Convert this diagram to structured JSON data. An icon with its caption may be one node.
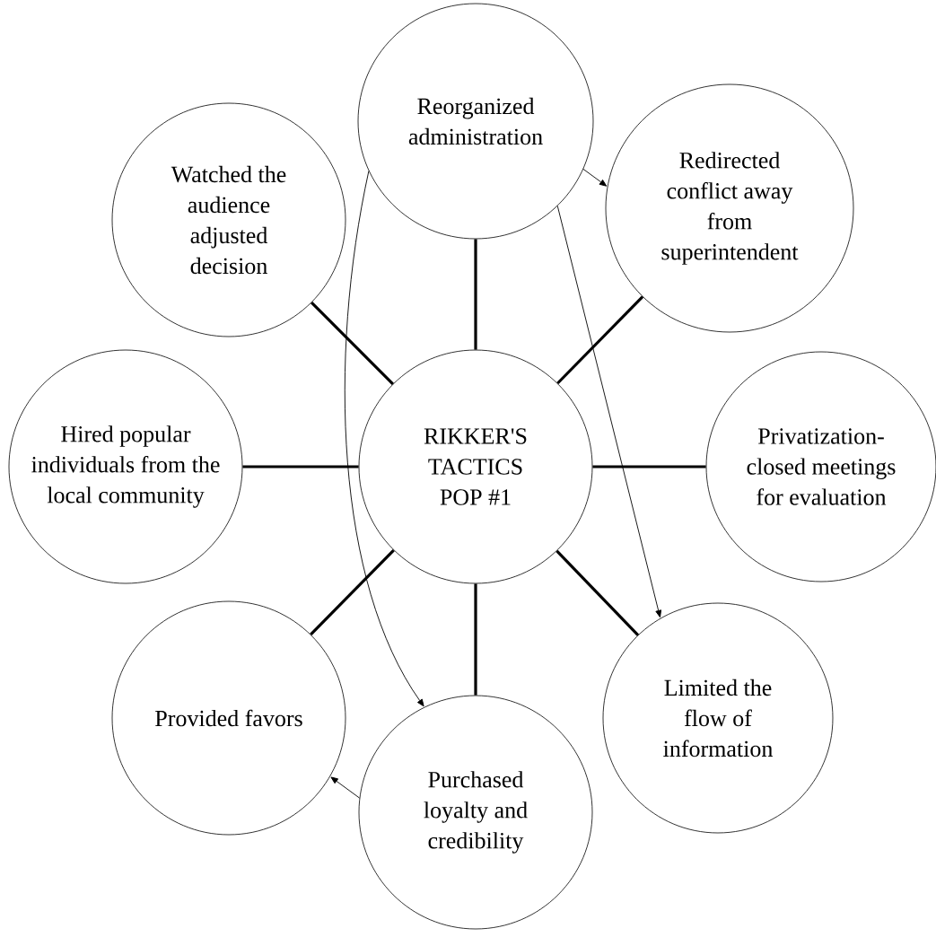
{
  "diagram": {
    "nodes": [
      {
        "text": [
          "RIKKER'S TACTICS POP #1"
        ]
      },
      {
        "text": [
          "Reorganized administration"
        ]
      },
      {
        "text": [
          "Redirected conflict away from superintendent"
        ]
      },
      {
        "text": [
          "Privatization-closed meetings for evaluation"
        ]
      },
      {
        "text": [
          "Limited the flow of information"
        ]
      },
      {
        "text": [
          "Purchased loyalty and credibility"
        ]
      },
      {
        "text": [
          "Provided favors"
        ]
      },
      {
        "text": [
          "Hired popular individuals from the local community"
        ]
      },
      {
        "text": [
          "Watched the audience adjusted decision"
        ]
      }
    ],
    "edges": [
      {
        "from": 0,
        "to": 1,
        "arrow": "none"
      },
      {
        "from": 0,
        "to": 2,
        "arrow": "none"
      },
      {
        "from": 0,
        "to": 3,
        "arrow": "none"
      },
      {
        "from": 0,
        "to": 4,
        "arrow": "none"
      },
      {
        "from": 0,
        "to": 5,
        "arrow": "none"
      },
      {
        "from": 0,
        "to": 6,
        "arrow": "none"
      },
      {
        "from": 0,
        "to": 7,
        "arrow": "none"
      },
      {
        "from": 0,
        "to": 8,
        "arrow": "none"
      },
      {
        "from": 1,
        "to": 2,
        "arrow": "to"
      },
      {
        "from": 1,
        "to": 5,
        "arrow": "to"
      },
      {
        "from": 1,
        "to": 4,
        "arrow": "to"
      },
      {
        "from": 5,
        "to": 6,
        "arrow": "to"
      }
    ]
  }
}
